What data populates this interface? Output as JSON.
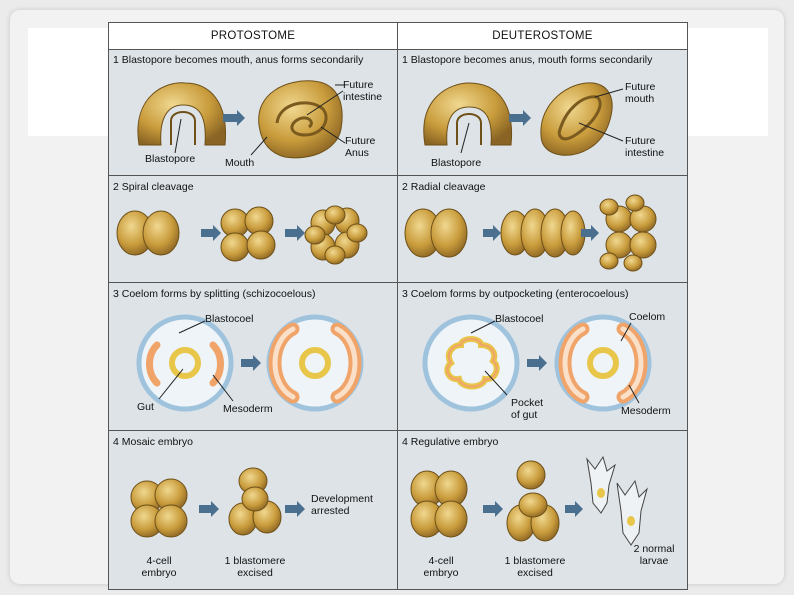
{
  "headers": {
    "left": "PROTOSTOME",
    "right": "DEUTEROSTOME"
  },
  "panels": {
    "p1": {
      "title": "1 Blastopore becomes mouth, anus forms secondarily",
      "blastopore": "Blastopore",
      "mouth": "Mouth",
      "future_intestine": "Future intestine",
      "future_anus": "Future Anus"
    },
    "d1": {
      "title": "1 Blastopore becomes anus, mouth forms secondarily",
      "blastopore": "Blastopore",
      "future_mouth": "Future mouth",
      "future_intestine": "Future intestine"
    },
    "p2": {
      "title": "2 Spiral cleavage"
    },
    "d2": {
      "title": "2 Radial cleavage"
    },
    "p3": {
      "title": "3 Coelom forms by splitting (schizocoelous)",
      "blastocoel": "Blastocoel",
      "gut": "Gut",
      "mesoderm": "Mesoderm"
    },
    "d3": {
      "title": "3 Coelom forms by outpocketing (enterocoelous)",
      "blastocoel": "Blastocoel",
      "coelom": "Coelom",
      "pocket": "Pocket of gut",
      "mesoderm": "Mesoderm"
    },
    "p4": {
      "title": "4 Mosaic embryo",
      "four_cell": "4-cell embryo",
      "excised": "1 blastomere excised",
      "arrested": "Development arrested"
    },
    "d4": {
      "title": "4 Regulative embryo",
      "four_cell": "4-cell embryo",
      "excised": "1 blastomere excised",
      "larvae": "2 normal larvae"
    }
  },
  "colors": {
    "cell": "#c9a24a",
    "cell_dark": "#8a6a24",
    "mesoderm": "#f0a46a",
    "arrow": "#4a6f8f",
    "blastocoel_ring": "#9fc3dd"
  }
}
